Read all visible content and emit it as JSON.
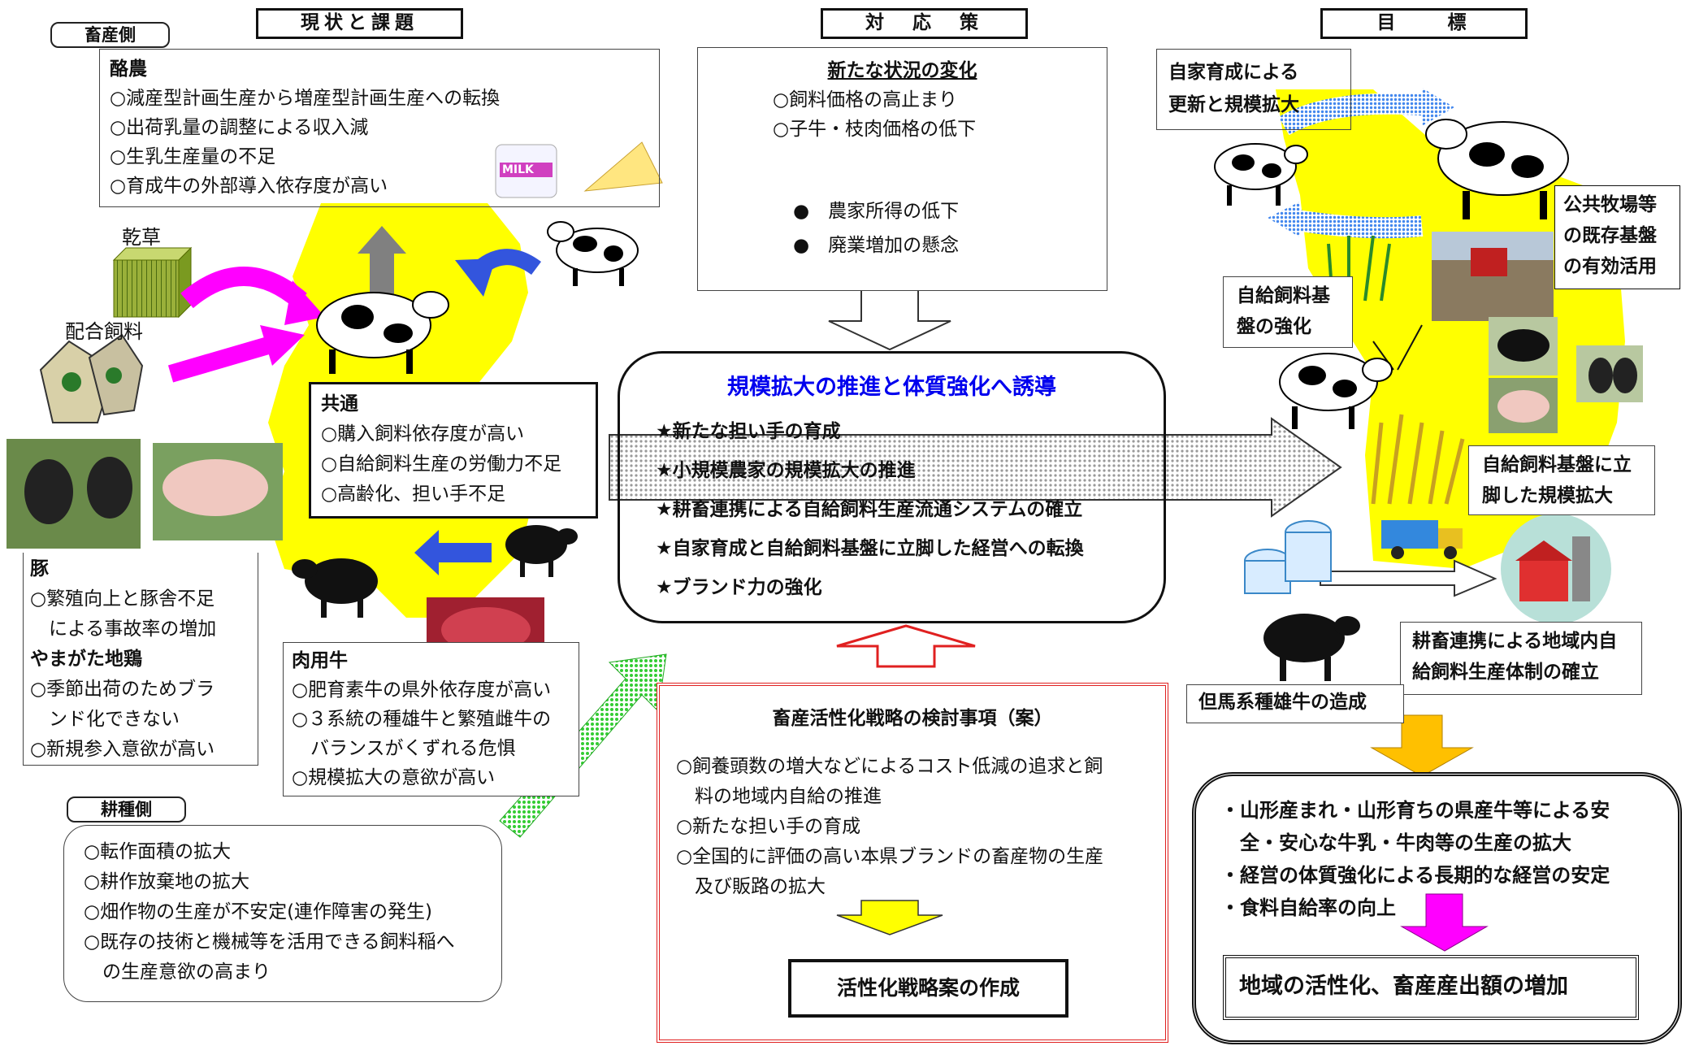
{
  "headers": {
    "current": "現状と課題",
    "response": "対　応　策",
    "goal": "目　　標"
  },
  "tags": {
    "livestock": "畜産側",
    "crop": "耕種側"
  },
  "dairy": {
    "title": "酪農",
    "lines": [
      "○減産型計画生産から増産型計画生産への転換",
      "○出荷乳量の調整による収入減",
      "○生乳生産量の不足",
      "○育成牛の外部導入依存度が高い"
    ]
  },
  "feed_labels": {
    "hay": "乾草",
    "compound": "配合飼料"
  },
  "milk_label": "MILK",
  "common": {
    "title": "共通",
    "lines": [
      "○購入飼料依存度が高い",
      "○自給飼料生産の労働力不足",
      "○高齢化、担い手不足"
    ]
  },
  "pig": {
    "title": "豚",
    "lines": [
      "○繁殖向上と豚舎不足",
      "　による事故率の増加"
    ],
    "chicken_title": "やまがた地鶏",
    "chicken_lines": [
      "○季節出荷のためブラ",
      "　ンド化できない",
      "○新規参入意欲が高い"
    ]
  },
  "beef": {
    "title": "肉用牛",
    "lines": [
      "○肥育素牛の県外依存度が高い",
      "○３系統の種雄牛と繁殖雌牛の",
      "　バランスがくずれる危惧",
      "○規模拡大の意欲が高い"
    ]
  },
  "crop": {
    "lines": [
      "○転作面積の拡大",
      "○耕作放棄地の拡大",
      "○畑作物の生産が不安定(連作障害の発生)",
      "○既存の技術と機械等を活用できる飼料稲へ",
      "　の生産意欲の高まり"
    ]
  },
  "situation": {
    "title": "新たな状況の変化",
    "lines": [
      "○飼料価格の高止まり",
      "○子牛・枝肉価格の低下"
    ],
    "bullets": [
      "農家所得の低下",
      "廃業増加の懸念"
    ]
  },
  "main": {
    "title": "規模拡大の推進と体質強化へ誘導",
    "items": [
      "★新たな担い手の育成",
      "★小規模農家の規模拡大の推進",
      "★耕畜連携による自給飼料生産流通システムの確立",
      "★自家育成と自給飼料基盤に立脚した経営への転換",
      "★ブランド力の強化"
    ]
  },
  "strategy": {
    "title": "畜産活性化戦略の検討事項（案）",
    "lines": [
      "○飼養頭数の増大などによるコスト低減の追求と飼",
      "　料の地域内自給の推進",
      "○新たな担い手の育成",
      "○全国的に評価の高い本県ブランドの畜産物の生産",
      "　及び販路の拡大"
    ],
    "result": "活性化戦略案の作成"
  },
  "goals": {
    "home_rearing": [
      "自家育成による",
      "更新と規模拡大"
    ],
    "public_ranch": [
      "公共牧場等",
      "の既存基盤",
      "の有効活用"
    ],
    "self_feed": [
      "自給飼料基",
      "盤の強化"
    ],
    "scale_up": [
      "自給飼料基盤に立",
      "脚した規模拡大"
    ],
    "regional": [
      "耕畜連携による地域内自",
      "給飼料生産体制の確立"
    ],
    "tajima": "但馬系種雄牛の造成"
  },
  "outcome": {
    "lines": [
      "・山形産まれ・山形育ちの県産牛等による安",
      "　全・安心な牛乳・牛肉等の生産の拡大",
      "・経営の体質強化による長期的な経営の安定",
      "・食料自給率の向上"
    ],
    "final": "地域の活性化、畜産産出額の増加"
  },
  "colors": {
    "map_yellow": "#ffff00",
    "title_blue": "#0000ee",
    "strategy_red": "#e02020",
    "magenta": "#ff00ff",
    "blue_arrow": "#3355dd",
    "green_arrow": "#33cc33",
    "orange_arrow": "#ffc000",
    "yellow_arrow": "#ffff00"
  }
}
